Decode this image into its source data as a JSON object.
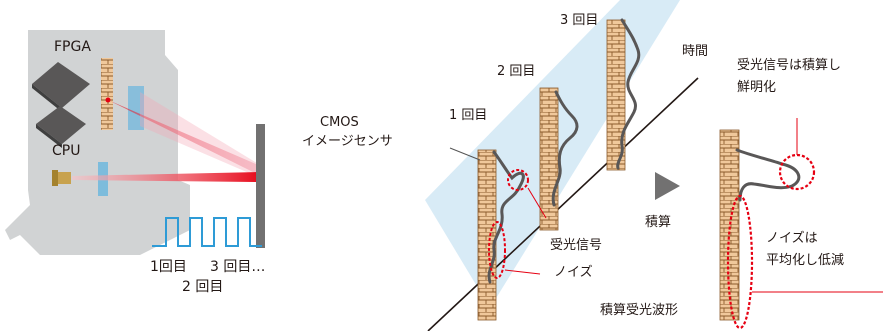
{
  "left_panel": {
    "fpga_label": "FPGA",
    "cpu_label": "CPU",
    "pulse_labels": {
      "first": "1回目",
      "third": "3 回目…",
      "second": "2 回目"
    }
  },
  "right_panel": {
    "sensor_label_line1": "CMOS",
    "sensor_label_line2": "イメージセンサ",
    "round1": "1 回目",
    "round2": "2 回目",
    "round3": "3 回目",
    "time_axis": "時間",
    "received_signal": "受光信号",
    "noise": "ノイズ",
    "integration": "積算",
    "signal_note_line1": "受光信号は積算し",
    "signal_note_line2": "鮮明化",
    "noise_note_line1": "ノイズは",
    "noise_note_line2": "平均化し低減",
    "waveform_label": "積算受光波形"
  },
  "colors": {
    "housing": "#d1d3d4",
    "chip": "#595757",
    "laser": "#e60012",
    "sensor_pixels": "#f0c89b",
    "sensor_glass": "#b8dbef",
    "waveform": "#595757",
    "circle_dash": "#e60012"
  }
}
